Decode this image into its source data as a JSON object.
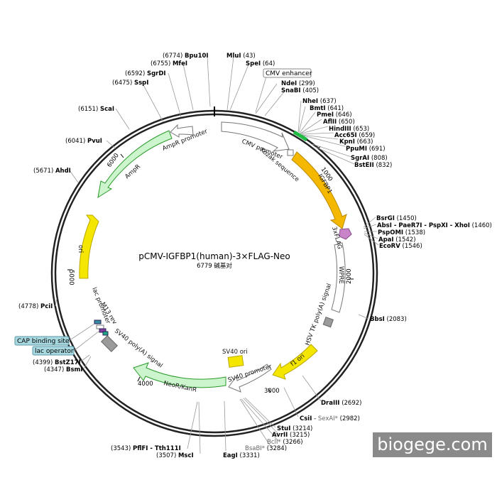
{
  "title": "pCMV-IGFBP1(human)-3×FLAG-Neo",
  "subtitle": "6779 碱基对",
  "watermark": "biogege.com",
  "sites": [
    {
      "pos": "(43)",
      "name": "MluI"
    },
    {
      "pos": "(64)",
      "name": "SpeI"
    },
    {
      "pos": "(299)",
      "name": "NdeI"
    },
    {
      "pos": "(405)",
      "name": "SnaBI"
    },
    {
      "pos": "(637)",
      "name": "NheI"
    },
    {
      "pos": "(641)",
      "name": "BmtI"
    },
    {
      "pos": "(646)",
      "name": "PmeI"
    },
    {
      "pos": "(650)",
      "name": "AflII"
    },
    {
      "pos": "(653)",
      "name": "HindIII"
    },
    {
      "pos": "(659)",
      "name": "Acc65I"
    },
    {
      "pos": "(663)",
      "name": "KpnI"
    },
    {
      "pos": "(691)",
      "name": "PpuMI"
    },
    {
      "pos": "(808)",
      "name": "SgrAI"
    },
    {
      "pos": "(832)",
      "name": "BstEII"
    },
    {
      "pos": "(1450)",
      "name": "BsrGI"
    },
    {
      "pos": "(1460)",
      "name": "AbsI - PaeR7I - PspXI - XhoI"
    },
    {
      "pos": "(1538)",
      "name": "PspOMI"
    },
    {
      "pos": "(1542)",
      "name": "ApaI"
    },
    {
      "pos": "(1546)",
      "name": "EcoRV"
    },
    {
      "pos": "(2083)",
      "name": "BbsI"
    },
    {
      "pos": "(2692)",
      "name": "DraIII"
    },
    {
      "pos": "(2982)",
      "name": "CsiI",
      "extra": "SexAI*"
    },
    {
      "pos": "(3214)",
      "name": "StuI"
    },
    {
      "pos": "(3215)",
      "name": "AvrII"
    },
    {
      "pos": "(3266)",
      "name": "BclI*"
    },
    {
      "pos": "(3284)",
      "name": "BsaBI*"
    },
    {
      "pos": "(3331)",
      "name": "EagI"
    },
    {
      "pos": "(3507)",
      "name": "MscI"
    },
    {
      "pos": "(3543)",
      "name": "PflFI - Tth111I"
    },
    {
      "pos": "(4347)",
      "name": "BsmI"
    },
    {
      "pos": "(4399)",
      "name": "BstZ17I"
    },
    {
      "pos": "(4778)",
      "name": "PciI"
    },
    {
      "pos": "(5671)",
      "name": "AhdI"
    },
    {
      "pos": "(6041)",
      "name": "PvuI"
    },
    {
      "pos": "(6151)",
      "name": "ScaI"
    },
    {
      "pos": "(6475)",
      "name": "SspI"
    },
    {
      "pos": "(6592)",
      "name": "SgrDI"
    },
    {
      "pos": "(6755)",
      "name": "MfeI"
    },
    {
      "pos": "(6774)",
      "name": "Bpu10I"
    }
  ],
  "boxed_labels": {
    "cmv_enhancer": "CMV enhancer",
    "cap_binding_site": "CAP binding site",
    "lac_operator": "lac operator"
  },
  "features": {
    "cmv_promoter": "CMV promoter",
    "kozak": "Kozak sequence",
    "igfbp1": "IGFBP1",
    "flag": "3xFLAG",
    "wpre": "WPRE",
    "hsv_tk": "HSV TK poly(A) signal",
    "f1_ori": "f1 ori",
    "sv40_promoter": "SV40 promoter",
    "sv40_ori": "SV40 ori",
    "neor": "NeoR/KanR",
    "sv40_polya": "SV40 poly(A) signal",
    "m13_rev": "M13 rev",
    "lac_promoter": "lac promoter",
    "ori": "ori",
    "ampr": "AmpR",
    "ampr_promoter": "AmpR promoter"
  },
  "ticks": {
    "t1000": "1000",
    "t2000": "2000",
    "t3000": "3000",
    "t4000": "4000",
    "t5000": "5000",
    "t6000": "6000"
  },
  "colors": {
    "backbone": "#222222",
    "orf_orange": "#f5b800",
    "ori_yellow": "#f5e600",
    "resistance_green": "#cdf5cd",
    "flag_purple": "#c984c9",
    "gray_box": "#9a9a9a",
    "boxed_label_blue": "#a8d8e0"
  }
}
